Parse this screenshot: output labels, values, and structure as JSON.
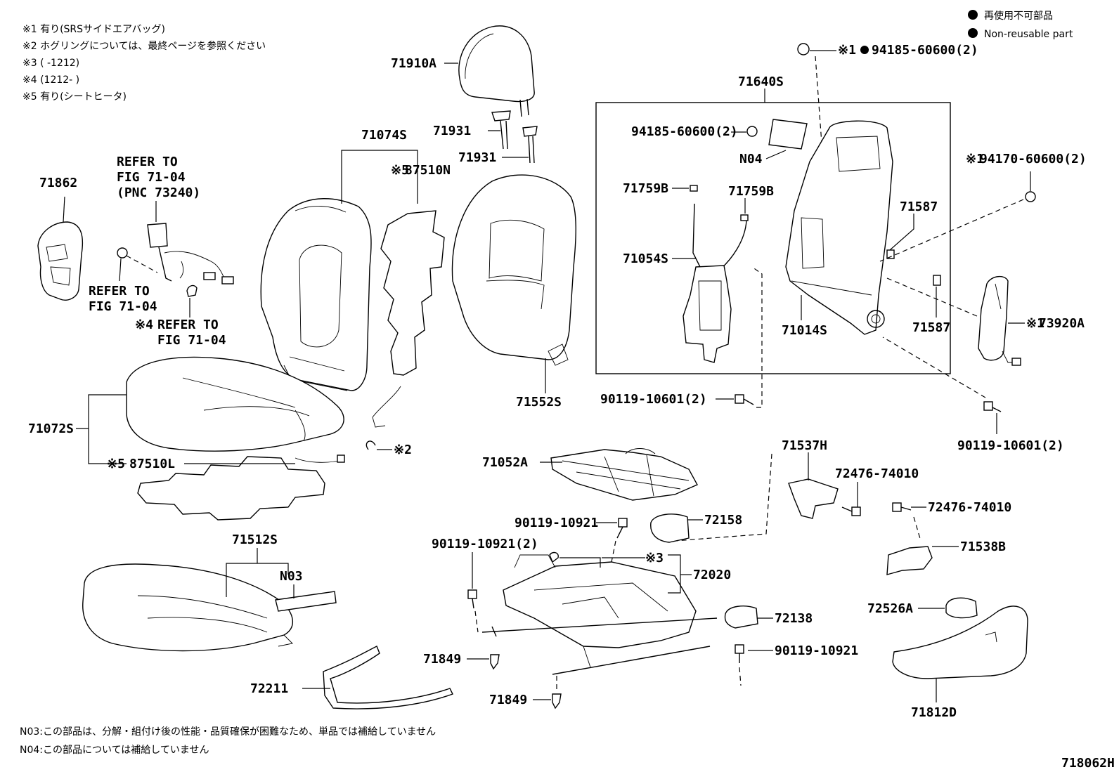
{
  "legend": {
    "notes": [
      "※1 有り(SRSサイドエアバッグ)",
      "※2 ホグリングについては、最終ページを参照ください",
      "※3 (      -1212)",
      "※4 (1212-      )",
      "※5 有り(シートヒータ)"
    ],
    "nonreusable_jp": "再使用不可部品",
    "nonreusable_en": "Non-reusable part"
  },
  "labels": {
    "p71910A": "71910A",
    "p71931a": "71931",
    "p71931b": "71931",
    "p71074S": "71074S",
    "p87510N": "87510N",
    "m87510N": "※5",
    "p71862": "71862",
    "refer1": [
      "REFER TO",
      "FIG 71-04",
      "(PNC 73240)"
    ],
    "refer2": [
      "REFER TO",
      "FIG 71-04"
    ],
    "refer3": [
      "REFER TO",
      "FIG 71-04"
    ],
    "m_refer3": "※4",
    "p71072S": "71072S",
    "m87510L": "※5",
    "p87510L": "87510L",
    "hog": "※2",
    "p71552S": "71552S",
    "p71640S": "71640S",
    "top_m": "※1",
    "top_part": "94185-60600(2)",
    "p94185_inner": "94185-60600(2)",
    "pN04": "N04",
    "p71759B_a": "71759B",
    "p71759B_b": "71759B",
    "p71054S": "71054S",
    "p71014S": "71014S",
    "p71587a": "71587",
    "p71587b": "71587",
    "m94170": "※1",
    "p94170": "94170-60600(2)",
    "m73920A": "※1",
    "p73920A": "73920A",
    "p90119_10601_a": "90119-10601(2)",
    "p90119_10601_b": "90119-10601(2)",
    "p71052A": "71052A",
    "p71537H": "71537H",
    "p72476_a": "72476-74010",
    "p72476_b": "72476-74010",
    "p71538B": "71538B",
    "p90119_10921_a": "90119-10921",
    "p72158": "72158",
    "p90119_10921_b": "90119-10921(2)",
    "m3": "※3",
    "p72020": "72020",
    "p71512S": "71512S",
    "pN03": "N03",
    "p72138": "72138",
    "p72526A": "72526A",
    "p90119_10921_c": "90119-10921",
    "p71849a": "71849",
    "p71849b": "71849",
    "p72211": "72211",
    "p71812D": "71812D"
  },
  "footnotes": {
    "n03": "N03:この部品は、分解・組付け後の性能・品質確保が困難なため、単品では補給していません",
    "n04": "N04:この部品については補給していません"
  },
  "figure_id": "718062H"
}
